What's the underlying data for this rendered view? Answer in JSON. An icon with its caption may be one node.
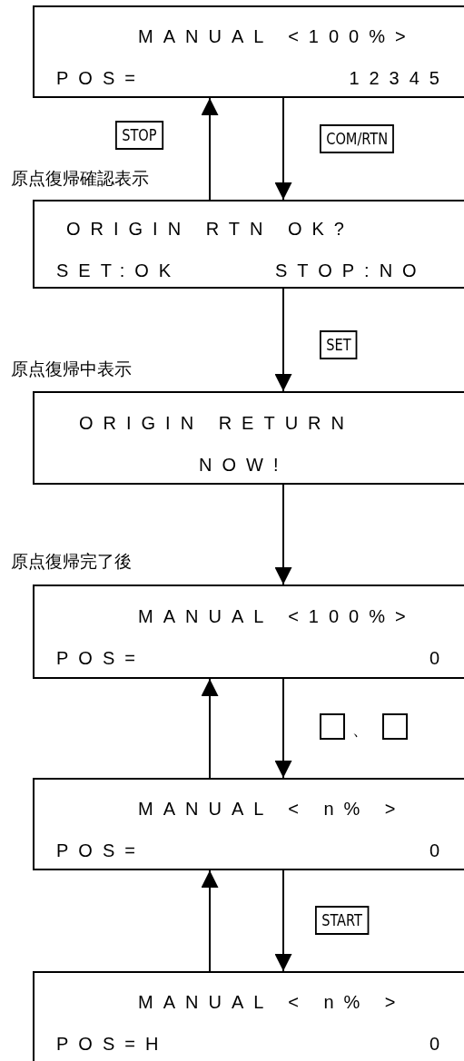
{
  "diagram": {
    "nodes": [
      {
        "text": [
          "MANUAL <100%>",
          "POS=",
          "12345"
        ]
      },
      {
        "text": [
          "ORIGIN RTN OK?",
          "SET:OK",
          "STOP:NO"
        ],
        "beside": [
          "原点復帰確認表示"
        ]
      },
      {
        "text": [
          "ORIGIN RETURN",
          "NOW!"
        ],
        "beside": [
          "原点復帰中表示"
        ]
      },
      {
        "text": [
          "MANUAL <100%>",
          "POS=",
          "0"
        ],
        "beside": [
          "原点復帰完了後"
        ]
      },
      {
        "text": [
          "MANUAL < n% >",
          "POS=",
          "0"
        ]
      },
      {
        "text": [
          "MANUAL < n% >",
          "POS=H",
          "0"
        ]
      }
    ],
    "edges": [
      {
        "from": 1,
        "to": 0,
        "arrow": "to",
        "label": "STOP"
      },
      {
        "from": 0,
        "to": 1,
        "arrow": "to",
        "label": "COM/RTN"
      },
      {
        "from": 1,
        "to": 2,
        "arrow": "to",
        "label": "SET"
      },
      {
        "from": 2,
        "to": 3,
        "arrow": "to"
      },
      {
        "from": 4,
        "to": 3,
        "arrow": "to"
      },
      {
        "from": 3,
        "to": 4,
        "arrow": "to",
        "label": "、"
      },
      {
        "from": 5,
        "to": 4,
        "arrow": "to"
      },
      {
        "from": 4,
        "to": 5,
        "arrow": "to",
        "label": "START"
      }
    ]
  }
}
